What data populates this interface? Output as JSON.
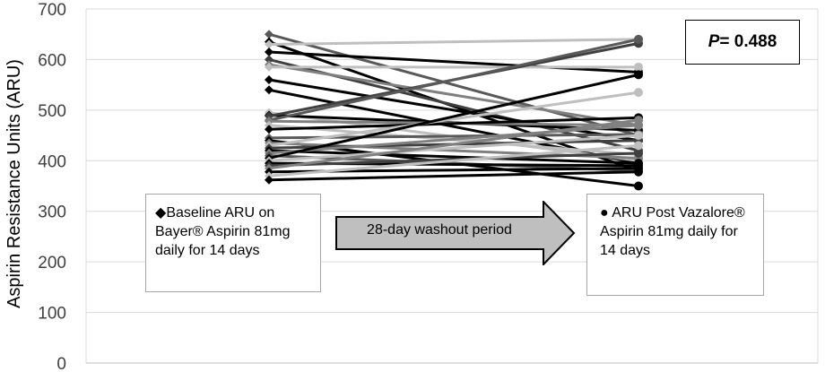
{
  "chart_data": {
    "type": "line",
    "title": "",
    "xlabel": "",
    "ylabel": "Aspirin Resistance Units (ARU)",
    "ylim": [
      0,
      700
    ],
    "yticks": [
      0,
      100,
      200,
      300,
      400,
      500,
      600,
      700
    ],
    "grid": true,
    "categories": [
      "Baseline ARU on Bayer® Aspirin 81mg daily for 14 days",
      "ARU Post Vazalore® Aspirin 81mg daily for 14 days"
    ],
    "series": [
      {
        "values": [
          650,
          450
        ],
        "color": "#595959"
      },
      {
        "values": [
          635,
          380
        ],
        "color": "#000000"
      },
      {
        "values": [
          630,
          640
        ],
        "color": "#bfbfbf"
      },
      {
        "values": [
          615,
          575
        ],
        "color": "#000000"
      },
      {
        "values": [
          600,
          420
        ],
        "color": "#404040"
      },
      {
        "values": [
          590,
          470
        ],
        "color": "#808080"
      },
      {
        "values": [
          585,
          585
        ],
        "color": "#bfbfbf"
      },
      {
        "values": [
          560,
          440
        ],
        "color": "#000000"
      },
      {
        "values": [
          540,
          395
        ],
        "color": "#000000"
      },
      {
        "values": [
          495,
          400
        ],
        "color": "#bfbfbf"
      },
      {
        "values": [
          490,
          460
        ],
        "color": "#000000"
      },
      {
        "values": [
          488,
          632
        ],
        "color": "#404040"
      },
      {
        "values": [
          480,
          640
        ],
        "color": "#595959"
      },
      {
        "values": [
          478,
          470
        ],
        "color": "#808080"
      },
      {
        "values": [
          470,
          412
        ],
        "color": "#bfbfbf"
      },
      {
        "values": [
          462,
          485
        ],
        "color": "#000000"
      },
      {
        "values": [
          445,
          452
        ],
        "color": "#595959"
      },
      {
        "values": [
          440,
          350
        ],
        "color": "#000000"
      },
      {
        "values": [
          435,
          405
        ],
        "color": "#808080"
      },
      {
        "values": [
          430,
          535
        ],
        "color": "#bfbfbf"
      },
      {
        "values": [
          425,
          440
        ],
        "color": "#404040"
      },
      {
        "values": [
          420,
          395
        ],
        "color": "#000000"
      },
      {
        "values": [
          415,
          470
        ],
        "color": "#808080"
      },
      {
        "values": [
          410,
          380
        ],
        "color": "#595959"
      },
      {
        "values": [
          405,
          570
        ],
        "color": "#000000"
      },
      {
        "values": [
          400,
          450
        ],
        "color": "#bfbfbf"
      },
      {
        "values": [
          395,
          390
        ],
        "color": "#000000"
      },
      {
        "values": [
          390,
          415
        ],
        "color": "#404040"
      },
      {
        "values": [
          385,
          480
        ],
        "color": "#808080"
      },
      {
        "values": [
          378,
          385
        ],
        "color": "#000000"
      },
      {
        "values": [
          370,
          430
        ],
        "color": "#bfbfbf"
      },
      {
        "values": [
          362,
          378
        ],
        "color": "#000000"
      }
    ]
  },
  "labels": {
    "p_prefix": "P",
    "p_value": " = 0.488",
    "arrow_label": "28-day washout period",
    "baseline_marker": "◆",
    "baseline_note_lines": [
      "Baseline ARU on",
      "Bayer® Aspirin 81mg",
      "daily for 14 days"
    ],
    "post_marker": "●",
    "post_note_lines": [
      "ARU Post Vazalore®",
      "Aspirin 81mg daily for",
      "14 days"
    ]
  }
}
